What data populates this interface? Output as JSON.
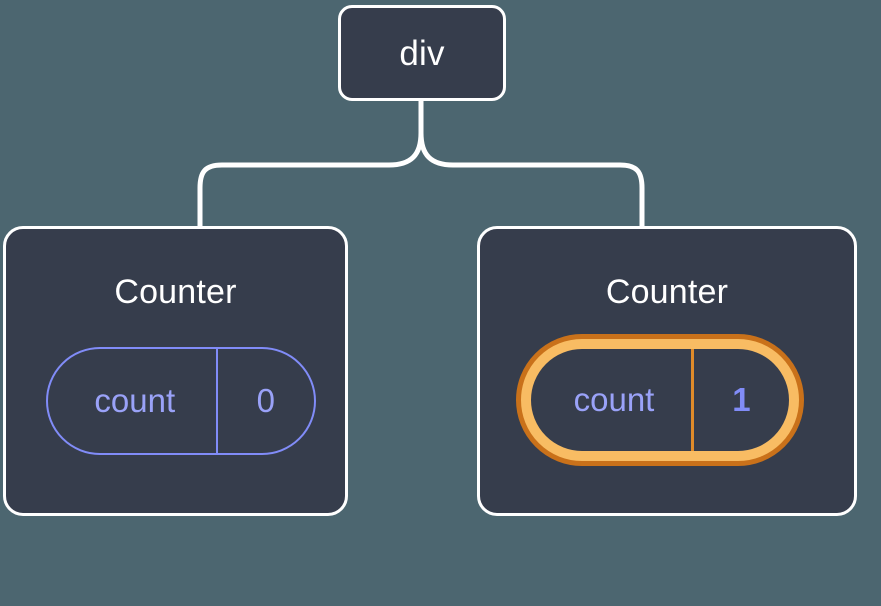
{
  "diagram": {
    "type": "component-tree",
    "background_color": "#4c6670",
    "node_fill_color": "#363d4c",
    "node_border_color": "#ffffff",
    "connector_color": "#ffffff",
    "accent_purple": "#818cf8",
    "accent_orange_light": "#f8bc63",
    "accent_orange_dark": "#c9711a"
  },
  "root": {
    "label": "div"
  },
  "children": [
    {
      "title": "Counter",
      "state": {
        "key": "count",
        "value": "0"
      },
      "highlighted": false
    },
    {
      "title": "Counter",
      "state": {
        "key": "count",
        "value": "1"
      },
      "highlighted": true,
      "sparkles": [
        "sparkle-large",
        "sparkle-small"
      ]
    }
  ]
}
